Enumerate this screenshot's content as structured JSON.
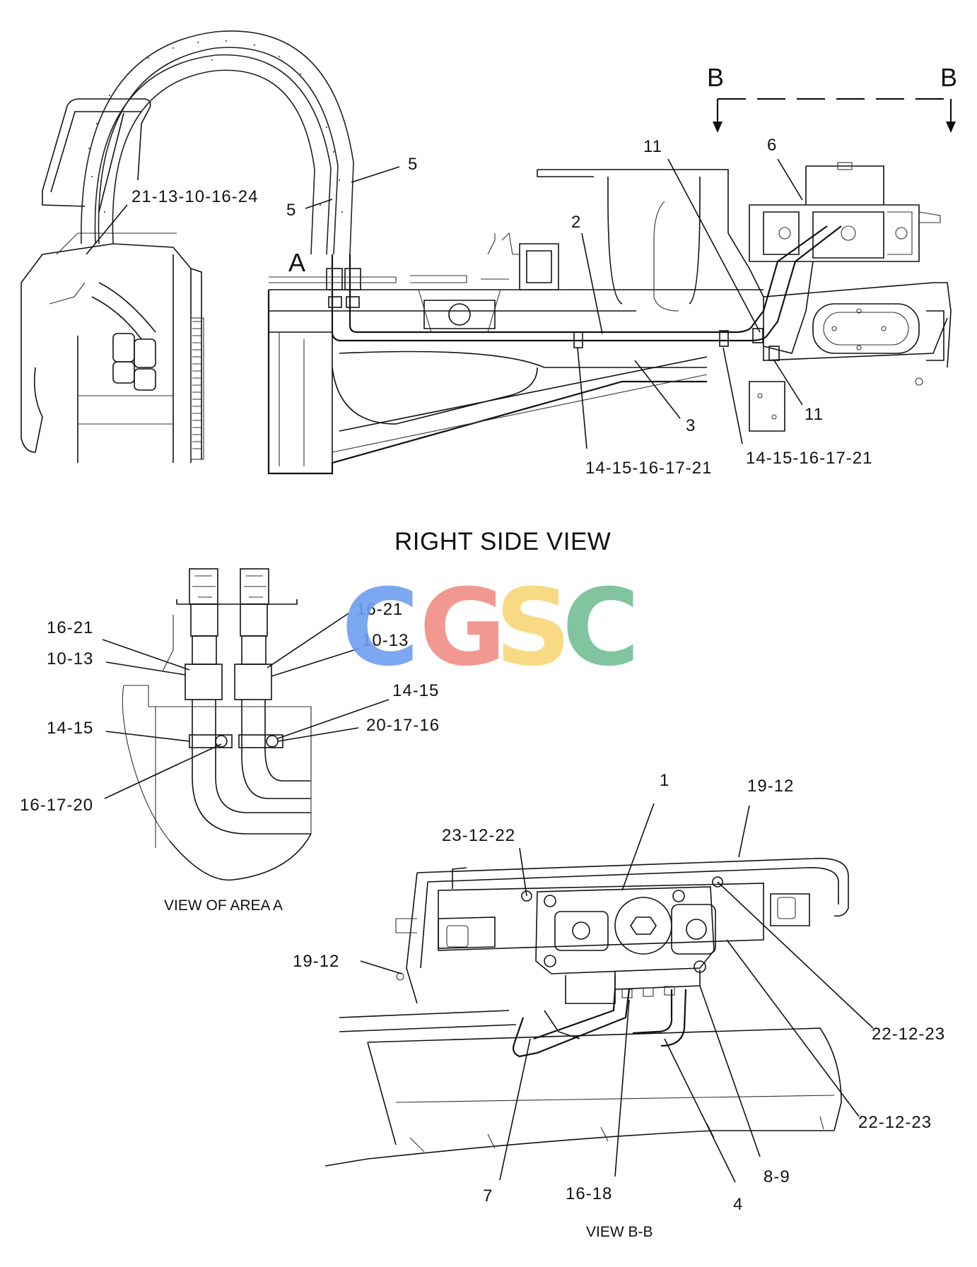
{
  "colors": {
    "line": "#111111",
    "background": "#ffffff",
    "wm_c1": "#6e9ef0",
    "wm_g": "#f08f86",
    "wm_s": "#f7d776",
    "wm_c2": "#74bf96"
  },
  "section_markers": {
    "b_left": "B",
    "b_right": "B",
    "a": "A"
  },
  "watermark": {
    "c1": "C",
    "g": "G",
    "s": "S",
    "c2": "C"
  },
  "titles": {
    "right_side_view": "RIGHT SIDE VIEW",
    "view_area_a": "VIEW OF AREA A",
    "view_bb": "VIEW B-B"
  },
  "labels": {
    "top_21_13_10_16_24": "21-13-10-16-24",
    "top_5_upper": "5",
    "top_5_lower": "5",
    "top_2": "2",
    "top_11_upper": "11",
    "top_6": "6",
    "top_11_lower": "11",
    "top_3": "3",
    "top_14_15_16_17_21_left": "14-15-16-17-21",
    "top_14_15_16_17_21_right": "14-15-16-17-21",
    "a_16_21_left": "16-21",
    "a_10_13_left": "10-13",
    "a_14_15_left": "14-15",
    "a_16_17_20": "16-17-20",
    "a_16_21_right": "16-21",
    "a_10_13_right": "10-13",
    "a_14_15_right": "14-15",
    "a_20_17_16": "20-17-16",
    "b_1": "1",
    "b_19_12_top": "19-12",
    "b_23_12_22": "23-12-22",
    "b_19_12_left": "19-12",
    "b_22_12_23_upper": "22-12-23",
    "b_22_12_23_lower": "22-12-23",
    "b_7": "7",
    "b_16_18": "16-18",
    "b_4": "4",
    "b_8_9": "8-9"
  }
}
